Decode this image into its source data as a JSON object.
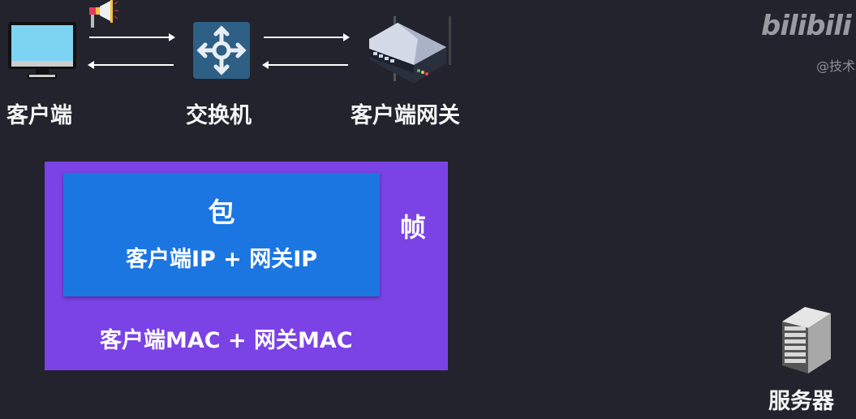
{
  "nodes": {
    "client": "客户端",
    "switch": "交换机",
    "gateway": "客户端网关",
    "server": "服务器"
  },
  "frame": {
    "title": "帧",
    "mac": "客户端MAC + 网关MAC"
  },
  "packet": {
    "title": "包",
    "ip": "客户端IP + 网关IP"
  },
  "watermark": {
    "logo": "bilibili",
    "user": "@技术"
  },
  "colors": {
    "background": "#22232d",
    "frame": "#7b42e6",
    "packet": "#1c76e2"
  }
}
